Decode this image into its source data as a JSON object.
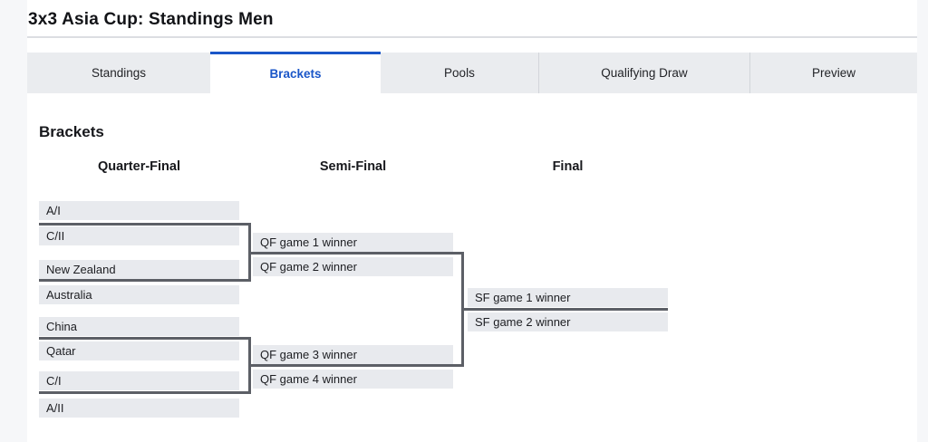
{
  "page": {
    "title": "3x3 Asia Cup: Standings Men"
  },
  "tabs": [
    {
      "label": "Standings",
      "active": false
    },
    {
      "label": "Brackets",
      "active": true
    },
    {
      "label": "Pools",
      "active": false
    },
    {
      "label": "Qualifying Draw",
      "active": false
    },
    {
      "label": "Preview",
      "active": false
    }
  ],
  "bracket": {
    "heading": "Brackets",
    "rounds": {
      "quarter_final_label": "Quarter-Final",
      "semi_final_label": "Semi-Final",
      "final_label": "Final"
    },
    "quarter_final": {
      "teams": [
        "A/I",
        "C/II",
        "New Zealand",
        "Australia",
        "China",
        "Qatar",
        "C/I",
        "A/II"
      ]
    },
    "semi_final": {
      "slots": [
        "QF game 1 winner",
        "QF game 2 winner",
        "QF game 3 winner",
        "QF game 4 winner"
      ]
    },
    "final": {
      "slots": [
        "SF game 1 winner",
        "SF game 2 winner"
      ]
    }
  },
  "colors": {
    "accent_blue": "#1a56c8",
    "tab_background": "#eaecef",
    "slot_background": "#e8eaee",
    "connector_line": "#5c5f66",
    "page_background": "#f6f7f9"
  }
}
